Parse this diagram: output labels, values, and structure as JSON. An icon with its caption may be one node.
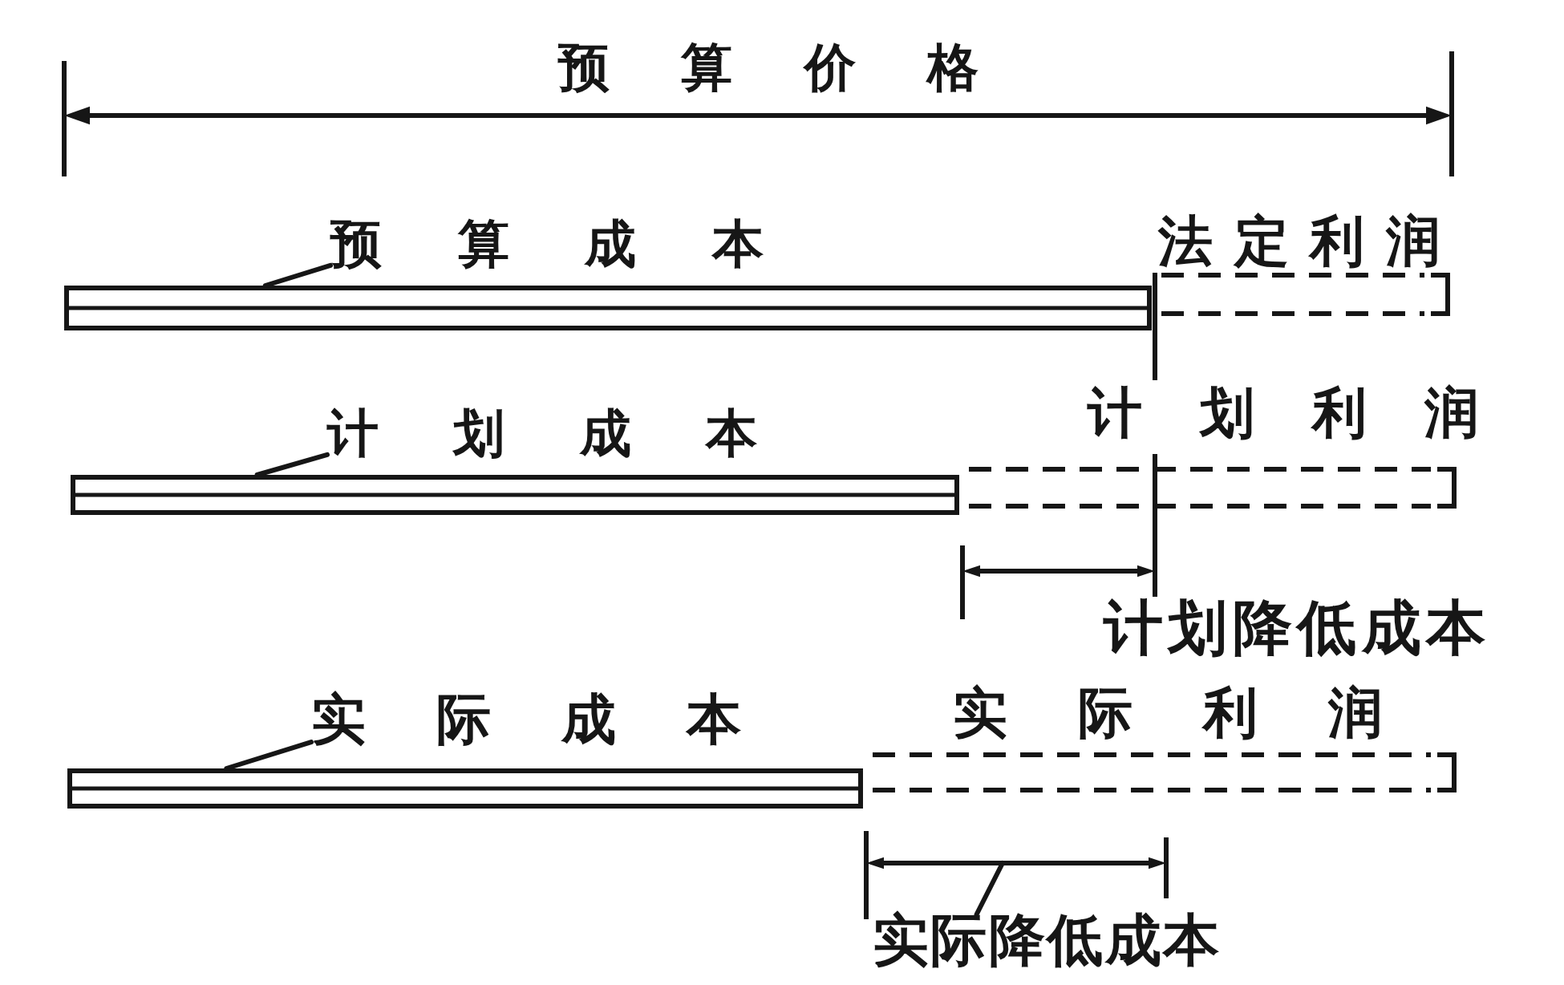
{
  "diagram": {
    "nodes": [
      {
        "text": [
          "预算成本"
        ]
      },
      {
        "text": [],
        "shape": "bar"
      },
      {
        "text": [
          "法定利润"
        ]
      },
      {
        "text": [
          "计划成本"
        ]
      },
      {
        "text": [],
        "shape": "bar"
      },
      {
        "text": [
          "计划利润"
        ]
      },
      {
        "text": [
          "实际成本"
        ]
      },
      {
        "text": [],
        "shape": "bar"
      },
      {
        "text": [
          "实际利润"
        ]
      },
      {
        "text": [
          "实际降低成本"
        ]
      }
    ],
    "edges": [
      {
        "from": 0,
        "to": 1,
        "arrow": "none"
      },
      {
        "from": 3,
        "to": 4,
        "arrow": "none"
      },
      {
        "from": 6,
        "to": 7,
        "arrow": "none"
      },
      {
        "from": 9,
        "to": null,
        "arrow": "none"
      }
    ],
    "labels": [
      "预算价格",
      "计划降低成本"
    ]
  }
}
